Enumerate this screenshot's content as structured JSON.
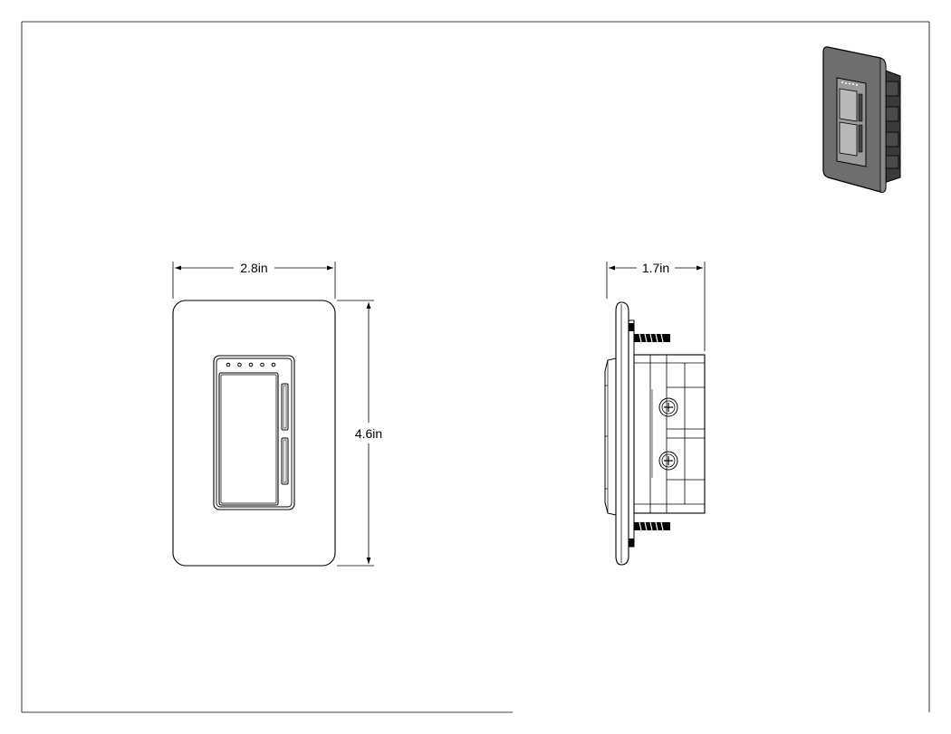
{
  "sheet": {
    "background": "#ffffff",
    "line_color": "#000000",
    "iso_fill_dark": "#5a5a5a",
    "iso_fill_light": "#b8b8b8"
  },
  "front_view": {
    "width_label": "2.8in",
    "height_label": "4.6in",
    "led_count": 5
  },
  "side_view": {
    "depth_label": "1.7in"
  }
}
